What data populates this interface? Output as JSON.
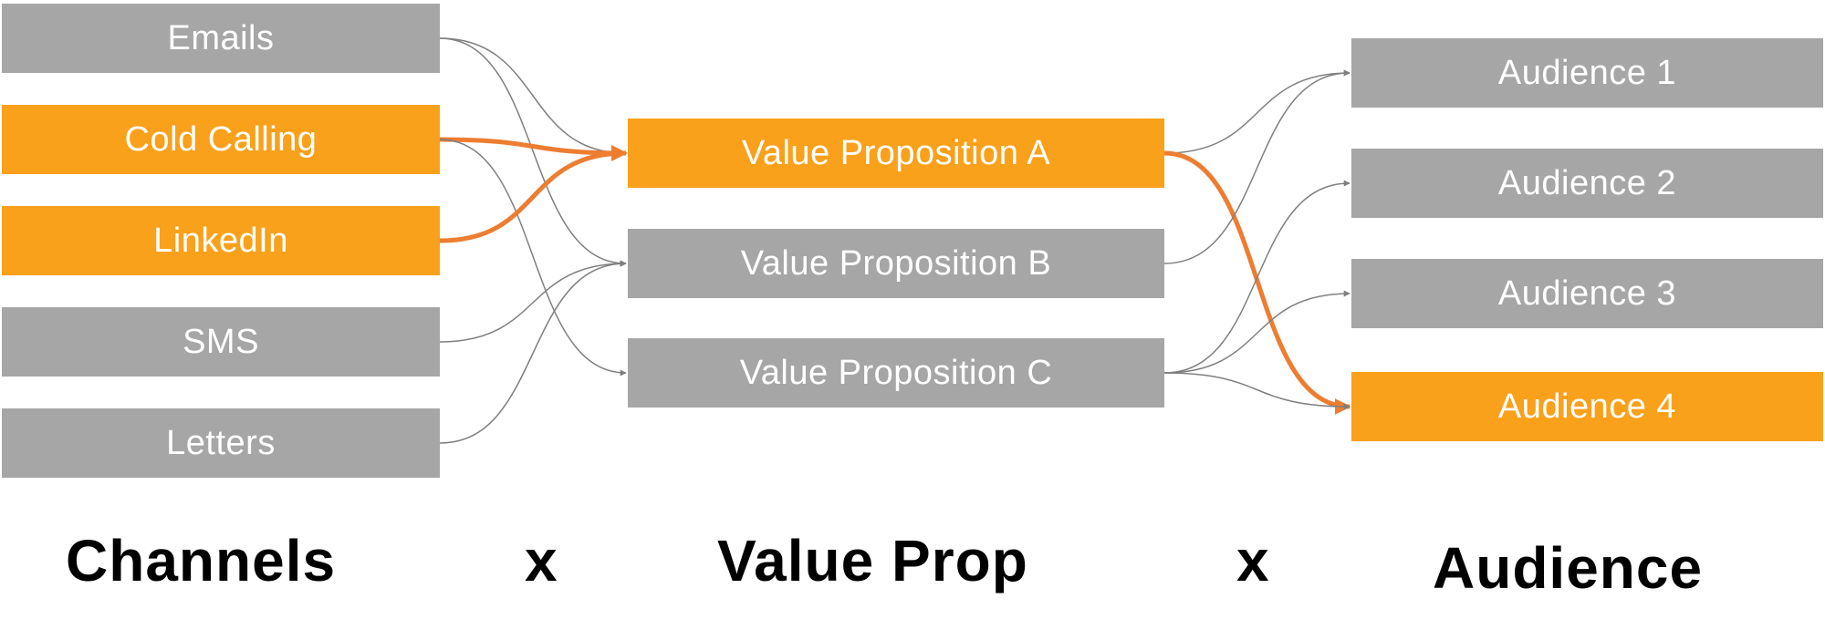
{
  "colors": {
    "gray_box": "#a6a6a6",
    "orange_box": "#f9a11b",
    "thin_link": "#7f7f7f",
    "highlight_link": "#ed7d31"
  },
  "channels": [
    {
      "id": "emails",
      "label": "Emails",
      "highlight": false
    },
    {
      "id": "cold-calling",
      "label": "Cold Calling",
      "highlight": true
    },
    {
      "id": "linkedin",
      "label": "LinkedIn",
      "highlight": true
    },
    {
      "id": "sms",
      "label": "SMS",
      "highlight": false
    },
    {
      "id": "letters",
      "label": "Letters",
      "highlight": false
    }
  ],
  "value_props": [
    {
      "id": "vp-a",
      "label": "Value Proposition A",
      "highlight": true
    },
    {
      "id": "vp-b",
      "label": "Value Proposition B",
      "highlight": false
    },
    {
      "id": "vp-c",
      "label": "Value Proposition C",
      "highlight": false
    }
  ],
  "audiences": [
    {
      "id": "aud-1",
      "label": "Audience 1",
      "highlight": false
    },
    {
      "id": "aud-2",
      "label": "Audience 2",
      "highlight": false
    },
    {
      "id": "aud-3",
      "label": "Audience 3",
      "highlight": false
    },
    {
      "id": "aud-4",
      "label": "Audience 4",
      "highlight": true
    }
  ],
  "links": [
    {
      "from": "emails",
      "to": "vp-a",
      "highlight": false
    },
    {
      "from": "emails",
      "to": "vp-b",
      "highlight": false
    },
    {
      "from": "cold-calling",
      "to": "vp-a",
      "highlight": true
    },
    {
      "from": "cold-calling",
      "to": "vp-c",
      "highlight": false
    },
    {
      "from": "linkedin",
      "to": "vp-a",
      "highlight": true
    },
    {
      "from": "sms",
      "to": "vp-b",
      "highlight": false
    },
    {
      "from": "letters",
      "to": "vp-b",
      "highlight": false
    },
    {
      "from": "vp-a",
      "to": "aud-1",
      "highlight": false
    },
    {
      "from": "vp-a",
      "to": "aud-4",
      "highlight": true
    },
    {
      "from": "vp-b",
      "to": "aud-1",
      "highlight": false
    },
    {
      "from": "vp-c",
      "to": "aud-2",
      "highlight": false
    },
    {
      "from": "vp-c",
      "to": "aud-3",
      "highlight": false
    },
    {
      "from": "vp-c",
      "to": "aud-4",
      "highlight": false
    }
  ],
  "labels": {
    "channels": "Channels",
    "times_1": "x",
    "value_prop": "Value Prop",
    "times_2": "x",
    "audience": "Audience"
  }
}
